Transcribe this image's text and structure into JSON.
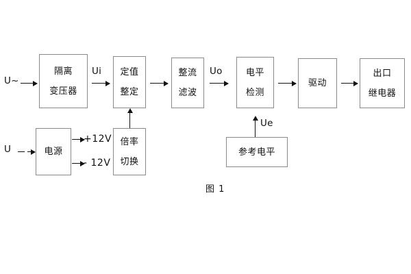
{
  "figure": {
    "caption": "图 1",
    "line_color": "#8a8a8a",
    "arrow_color": "#111111",
    "background": "#ffffff"
  },
  "blocks": [
    {
      "id": "isolation-transformer",
      "lines": [
        "隔离",
        "变压器"
      ]
    },
    {
      "id": "setpoint-adjust",
      "lines": [
        "定值",
        "整定"
      ]
    },
    {
      "id": "rectify-filter",
      "lines": [
        "整流",
        "滤波"
      ]
    },
    {
      "id": "level-detect",
      "lines": [
        "电平",
        "检测"
      ]
    },
    {
      "id": "drive",
      "lines": [
        "驱动"
      ]
    },
    {
      "id": "output-relay",
      "lines": [
        "出口",
        "继电器"
      ]
    },
    {
      "id": "power-supply",
      "lines": [
        "电源"
      ]
    },
    {
      "id": "ratio-switch",
      "lines": [
        "倍率",
        "切换"
      ]
    },
    {
      "id": "reference-level",
      "lines": [
        "参考电平"
      ]
    }
  ],
  "signals": {
    "input_ac": "U~",
    "input_dc": "U",
    "ui": "Ui",
    "uo": "Uo",
    "ue": "Ue",
    "rail_positive": "+12V",
    "rail_negative": "- 12V"
  }
}
